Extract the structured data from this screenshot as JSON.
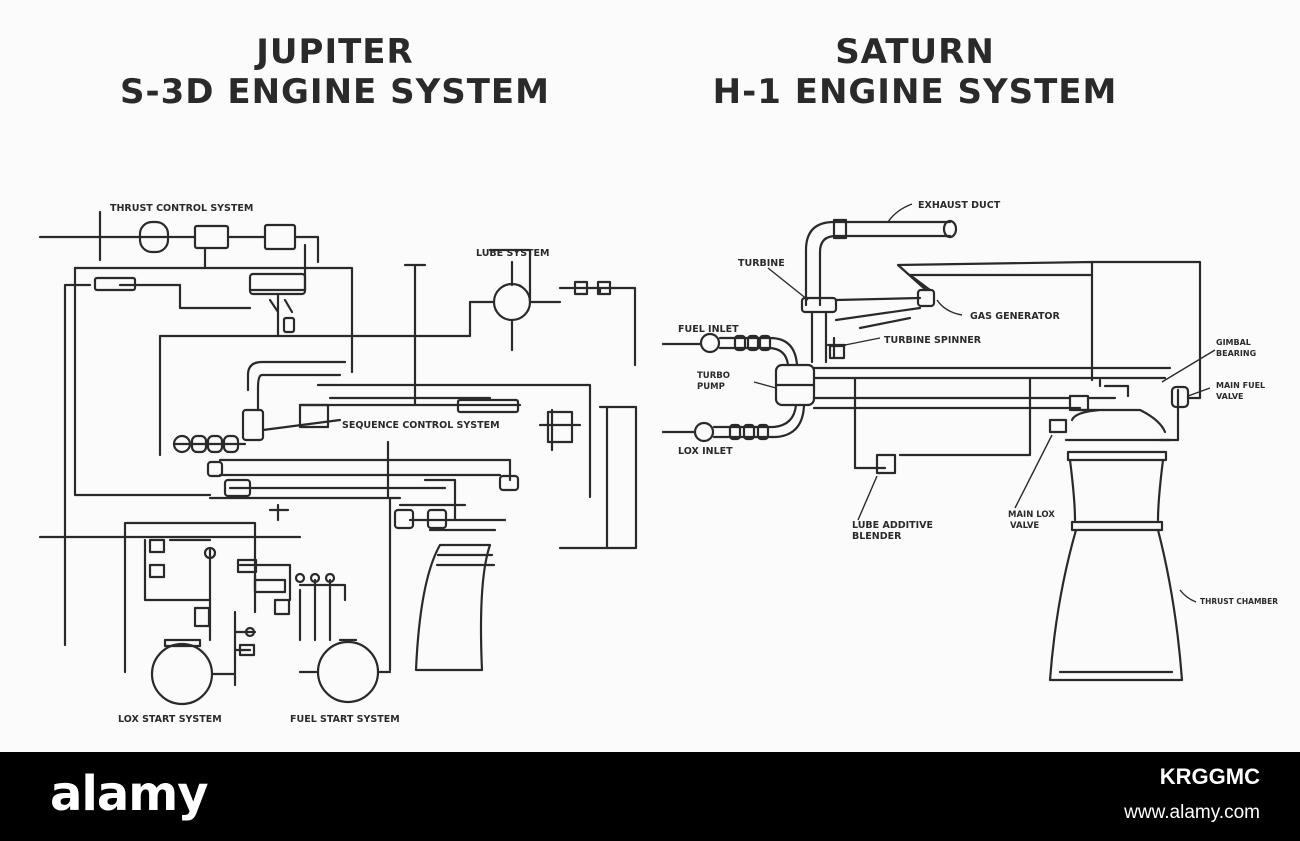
{
  "jupiter": {
    "title_line1": "JUPITER",
    "title_line2": "S-3D ENGINE SYSTEM",
    "labels": {
      "thrust_control": "THRUST CONTROL SYSTEM",
      "lube": "LUBE SYSTEM",
      "sequence_control": "SEQUENCE CONTROL SYSTEM",
      "lox_start": "LOX START SYSTEM",
      "fuel_start": "FUEL START SYSTEM"
    }
  },
  "saturn": {
    "title_line1": "SATURN",
    "title_line2": "H-1 ENGINE SYSTEM",
    "labels": {
      "exhaust_duct": "EXHAUST DUCT",
      "turbine": "TURBINE",
      "gas_generator": "GAS GENERATOR",
      "fuel_inlet": "FUEL INLET",
      "turbine_spinner": "TURBINE SPINNER",
      "gimbal_bearing_1": "GIMBAL",
      "gimbal_bearing_2": "BEARING",
      "turbo_pump_1": "TURBO",
      "turbo_pump_2": "PUMP",
      "main_fuel_valve_1": "MAIN FUEL",
      "main_fuel_valve_2": "VALVE",
      "lox_inlet": "LOX INLET",
      "lube_additive_1": "LUBE ADDITIVE",
      "lube_additive_2": "BLENDER",
      "main_lox_valve_1": "MAIN LOX",
      "main_lox_valve_2": "VALVE",
      "thrust_chamber": "THRUST CHAMBER"
    }
  },
  "footer": {
    "brand": "alamy",
    "stock_id": "KRGGMC",
    "site": "www.alamy.com"
  },
  "colors": {
    "ink": "#2a2a2a",
    "paper": "#fbfbfb",
    "footer_bg": "#000000"
  }
}
